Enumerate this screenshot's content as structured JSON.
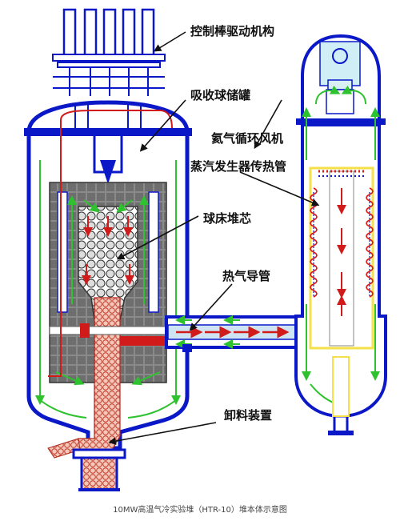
{
  "labels": {
    "control_rod_drive": "控制棒驱动机构",
    "absorber_ball_tank": "吸收球储罐",
    "helium_circulator": "氦气循环风机",
    "steam_generator_tubes": "蒸汽发生器传热管",
    "pebble_bed_core": "球床堆芯",
    "hot_gas_duct": "热气导管",
    "fuel_discharge": "卸料装置"
  },
  "caption": "10MW高温气冷实验堆（HTR-10）堆本体示意图",
  "colors": {
    "vessel_blue": "#0a18c8",
    "coolant_green": "#2ec22e",
    "hot_red": "#d11a1a",
    "graphite_gray": "#7a7a7a",
    "pebble_pink": "#f0b8a8",
    "tube_yellow": "#f5e04a"
  }
}
